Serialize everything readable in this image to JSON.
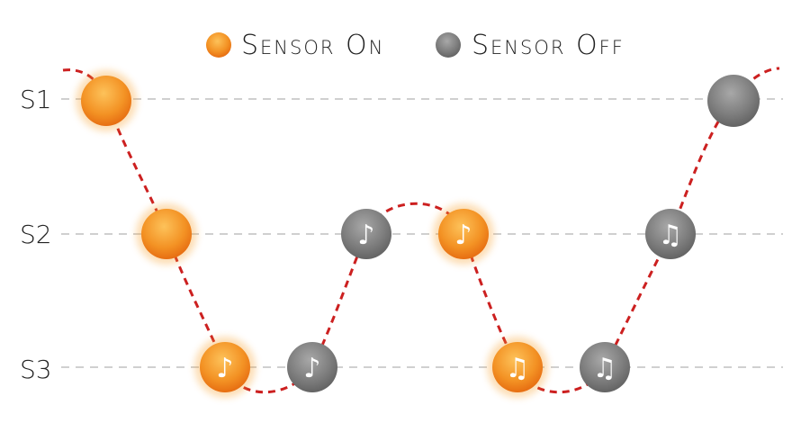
{
  "legend": {
    "on_label": "Sensor On",
    "off_label": "Sensor Off"
  },
  "rows": [
    {
      "key": "s1",
      "label": "S1"
    },
    {
      "key": "s2",
      "label": "S2"
    },
    {
      "key": "s3",
      "label": "S3"
    }
  ],
  "colors": {
    "on": "#f08a1e",
    "on_light": "#fcb64a",
    "off": "#7a7a7a",
    "off_light": "#9c9c9c",
    "path": "#cc2020",
    "gridline": "#d0d0d0",
    "text": "#222222",
    "glyph": "#ffffff"
  },
  "nodes": [
    {
      "state": "on",
      "row": "S1",
      "icon": "none"
    },
    {
      "state": "on",
      "row": "S2",
      "icon": "none"
    },
    {
      "state": "on",
      "row": "S3",
      "icon": "single-note"
    },
    {
      "state": "off",
      "row": "S3",
      "icon": "single-note"
    },
    {
      "state": "off",
      "row": "S2",
      "icon": "single-note"
    },
    {
      "state": "on",
      "row": "S2",
      "icon": "single-note"
    },
    {
      "state": "on",
      "row": "S3",
      "icon": "double-note"
    },
    {
      "state": "off",
      "row": "S3",
      "icon": "double-note"
    },
    {
      "state": "off",
      "row": "S2",
      "icon": "double-note"
    },
    {
      "state": "off",
      "row": "S1",
      "icon": "none"
    }
  ],
  "glyphs": {
    "single-note": "♪",
    "double-note": "♫"
  }
}
